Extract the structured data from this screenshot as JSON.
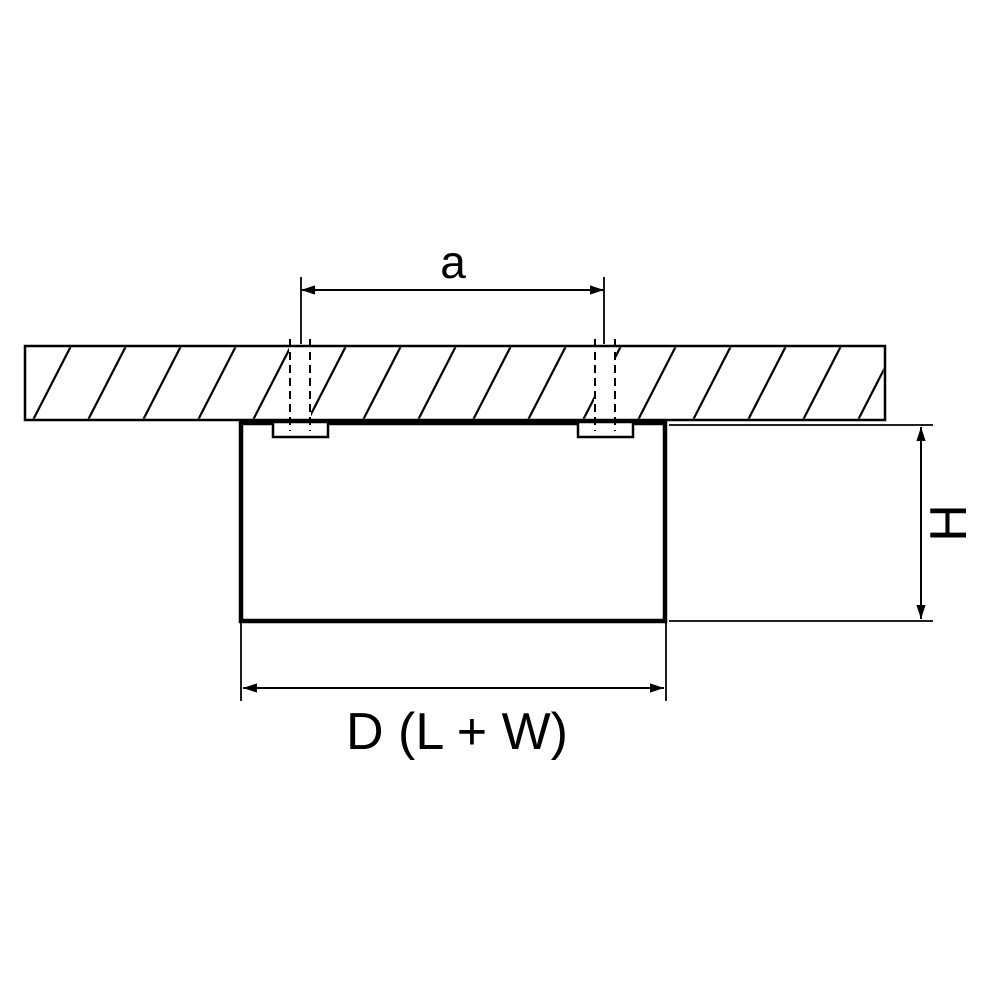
{
  "diagram": {
    "kind": "technical-dimension-drawing",
    "subject": "surface-mounted-ceiling-light-fixture",
    "colors": {
      "line": "#000000",
      "background": "#ffffff"
    },
    "labels": {
      "hole_spacing": "a",
      "height": "H",
      "diameter": "D (L + W)"
    }
  }
}
